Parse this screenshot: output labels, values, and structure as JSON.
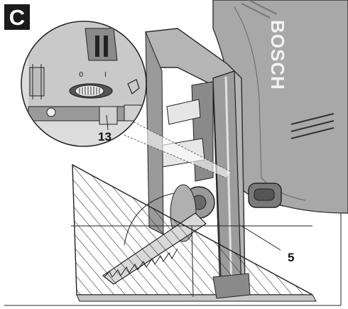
{
  "figure": {
    "panel_letter": "C",
    "brand_text": "BOSCH",
    "switch_left_mark": "0",
    "switch_right_mark": "I",
    "callouts": [
      {
        "id": "lever",
        "label": "13"
      },
      {
        "id": "base-plate",
        "label": "5"
      }
    ]
  },
  "colors": {
    "ink": "#1a1a1a",
    "tool_grey": "#9a9a9a",
    "tool_dark": "#6e6e6e",
    "background": "#ffffff"
  }
}
